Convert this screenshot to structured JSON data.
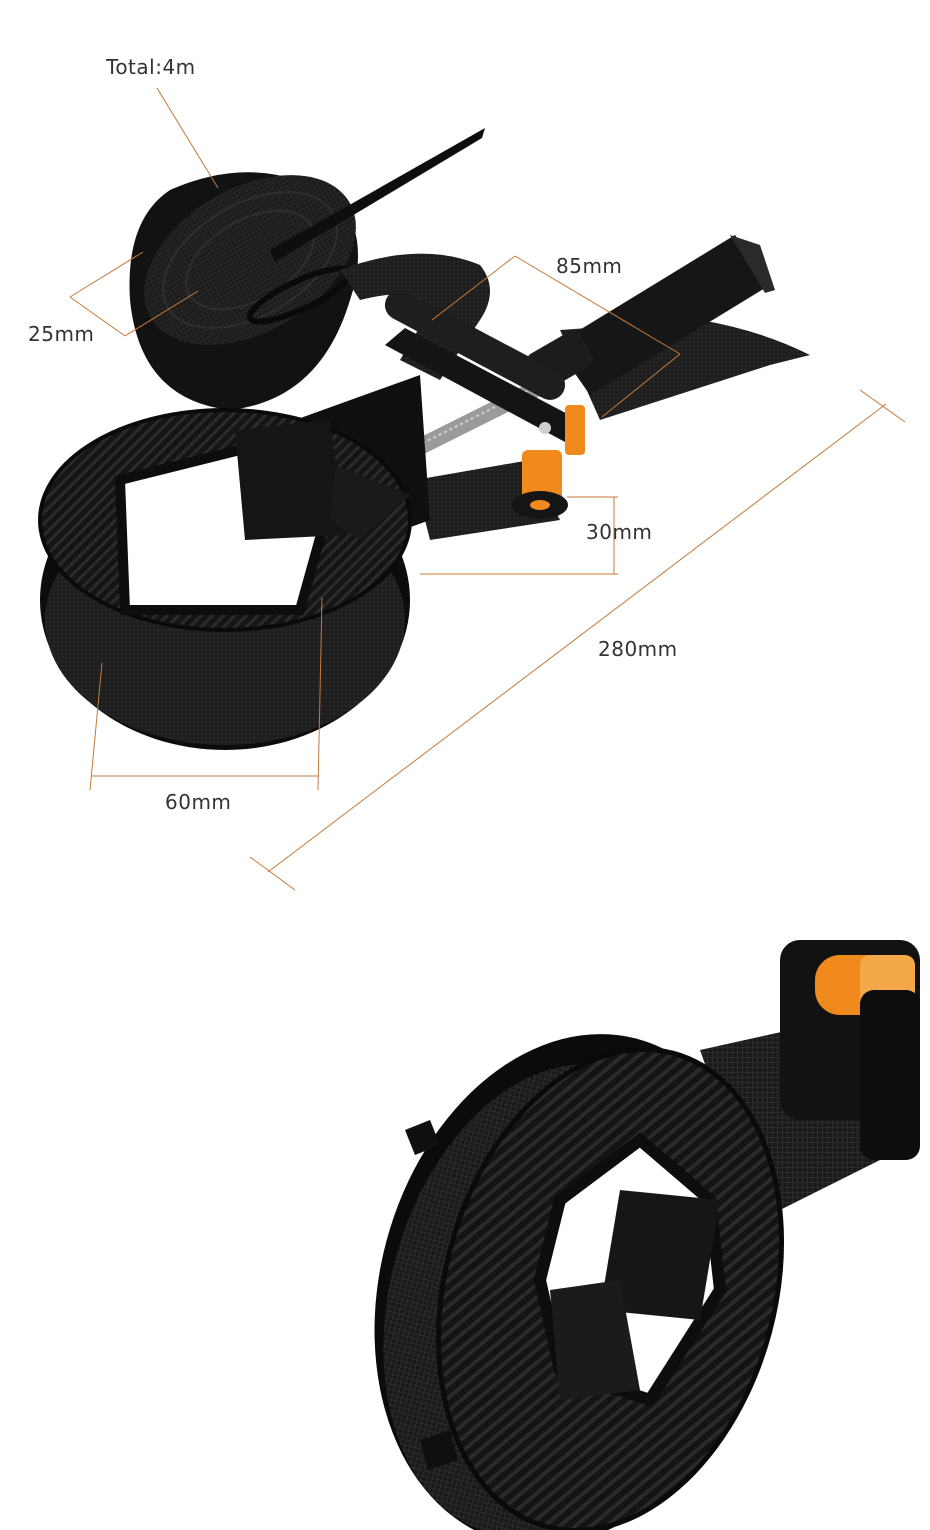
{
  "product_image_1": {
    "labels": {
      "total_length": "Total:4m",
      "strap_width": "25mm",
      "handle_length": "85mm",
      "head_height": "30mm",
      "overall_length": "280mm",
      "corner_width": "60mm"
    }
  },
  "colors": {
    "plastic": "#111111",
    "strap": "#1a1a1a",
    "accent": "#f08a1c",
    "leader_line": "#c47a3a",
    "label_text": "#333333"
  }
}
